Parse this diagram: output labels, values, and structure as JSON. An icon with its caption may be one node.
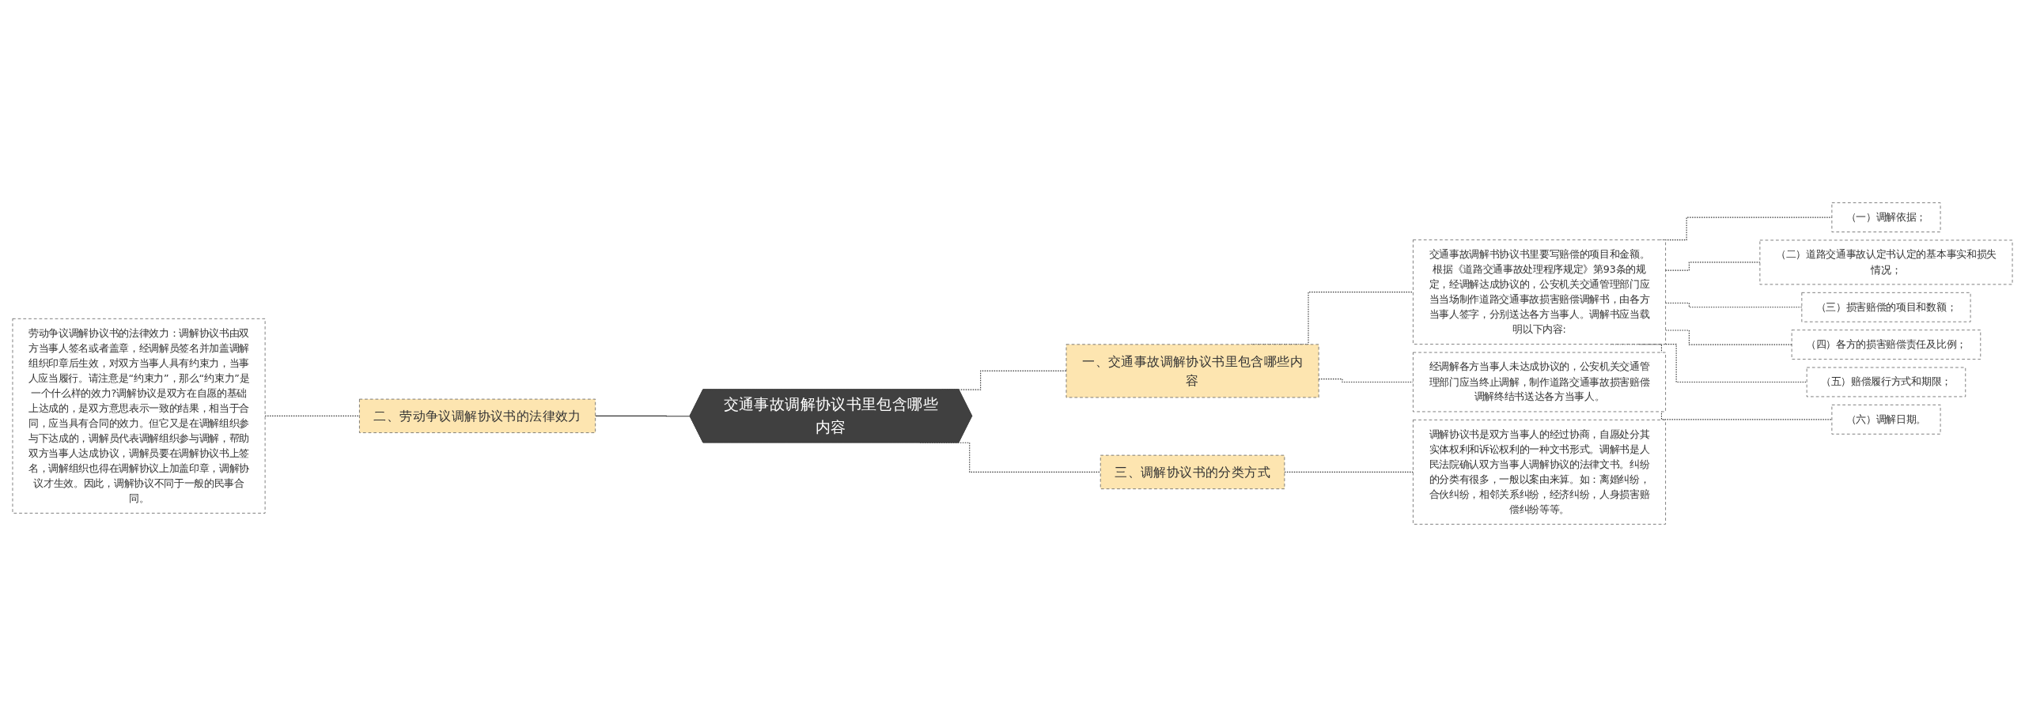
{
  "diagram": {
    "nodes": [
      {
        "text": [
          "交通事故调解协议书里包含哪些内容"
        ]
      },
      {
        "text": [
          "劳动争议调解协议书的法律效力：调解协议书由双方当事人签名或者盖章，经调解员签名并加盖调解组织印章后生效，对双方当事人具有约束力，当事人应当履行。请注意是“约束力”，那么“约束力”是一个什么样的效力?调解协议是双方在自愿的基础上达成的，是双方意思表示一致的结果，相当于合同，应当具有合同的效力。但它又是在调解组织参与下达成的，调解员代表调解组织参与调解，帮助双方当事人达成协议，调解员要在调解协议书上签名，调解组织也得在调解协议上加盖印章，调解协议才生效。因此，调解协议不同于一般的民事合同。"
        ]
      },
      {
        "text": [
          "二、劳动争议调解协议书的法律效力"
        ]
      },
      {
        "text": [
          "一、交通事故调解协议书里包含哪些内容"
        ]
      },
      {
        "text": [
          "交通事故调解书协议书里要写赔偿的项目和金额。根据《道路交通事故处理程序规定》第93条的规定，经调解达成协议的，公安机关交通管理部门应当当场制作道路交通事故损害赔偿调解书，由各方当事人签字，分别送达各方当事人。调解书应当载明以下内容:"
        ]
      },
      {
        "text": [
          "（一）调解依据；"
        ]
      },
      {
        "text": [
          "（二）道路交通事故认定书认定的基本事实和损失情况；"
        ]
      },
      {
        "text": [
          "（三）损害赔偿的项目和数额；"
        ]
      },
      {
        "text": [
          "（四）各方的损害赔偿责任及比例；"
        ]
      },
      {
        "text": [
          "（五）赔偿履行方式和期限；"
        ]
      },
      {
        "text": [
          "（六）调解日期。"
        ]
      },
      {
        "text": [
          "经调解各方当事人未达成协议的，公安机关交通管理部门应当终止调解，制作道路交通事故损害赔偿调解终结书送达各方当事人。"
        ]
      },
      {
        "text": [
          "三、调解协议书的分类方式"
        ]
      },
      {
        "text": [
          "调解协议书是双方当事人的经过协商，自愿处分其实体权利和诉讼权利的一种文书形式。调解书是人民法院确认双方当事人调解协议的法律文书。纠纷的分类有很多，一般以案由来算。如：离婚纠纷，合伙纠纷，相邻关系纠纷，经济纠纷，人身损害赔偿纠纷等等。"
        ]
      }
    ],
    "edges": [
      {
        "from": 1,
        "to": 2,
        "arrow": "none",
        "style": "dashed"
      },
      {
        "from": 2,
        "to": 0,
        "arrow": "none"
      },
      {
        "from": 0,
        "to": 3,
        "arrow": "none",
        "style": "dashed"
      },
      {
        "from": 3,
        "to": 4,
        "arrow": "none",
        "style": "dashed"
      },
      {
        "from": 4,
        "to": 5,
        "arrow": "none",
        "style": "dashed"
      },
      {
        "from": 4,
        "to": 6,
        "arrow": "none",
        "style": "dashed"
      },
      {
        "from": 4,
        "to": 7,
        "arrow": "none",
        "style": "dashed"
      },
      {
        "from": 4,
        "to": 8,
        "arrow": "none",
        "style": "dashed"
      },
      {
        "from": 4,
        "to": 9,
        "arrow": "none",
        "style": "dashed"
      },
      {
        "from": 4,
        "to": 10,
        "arrow": "none",
        "style": "dashed"
      },
      {
        "from": 3,
        "to": 11,
        "arrow": "none",
        "style": "dashed"
      },
      {
        "from": 0,
        "to": 12,
        "arrow": "none",
        "style": "dashed"
      },
      {
        "from": 12,
        "to": 13,
        "arrow": "none",
        "style": "dashed"
      }
    ]
  }
}
